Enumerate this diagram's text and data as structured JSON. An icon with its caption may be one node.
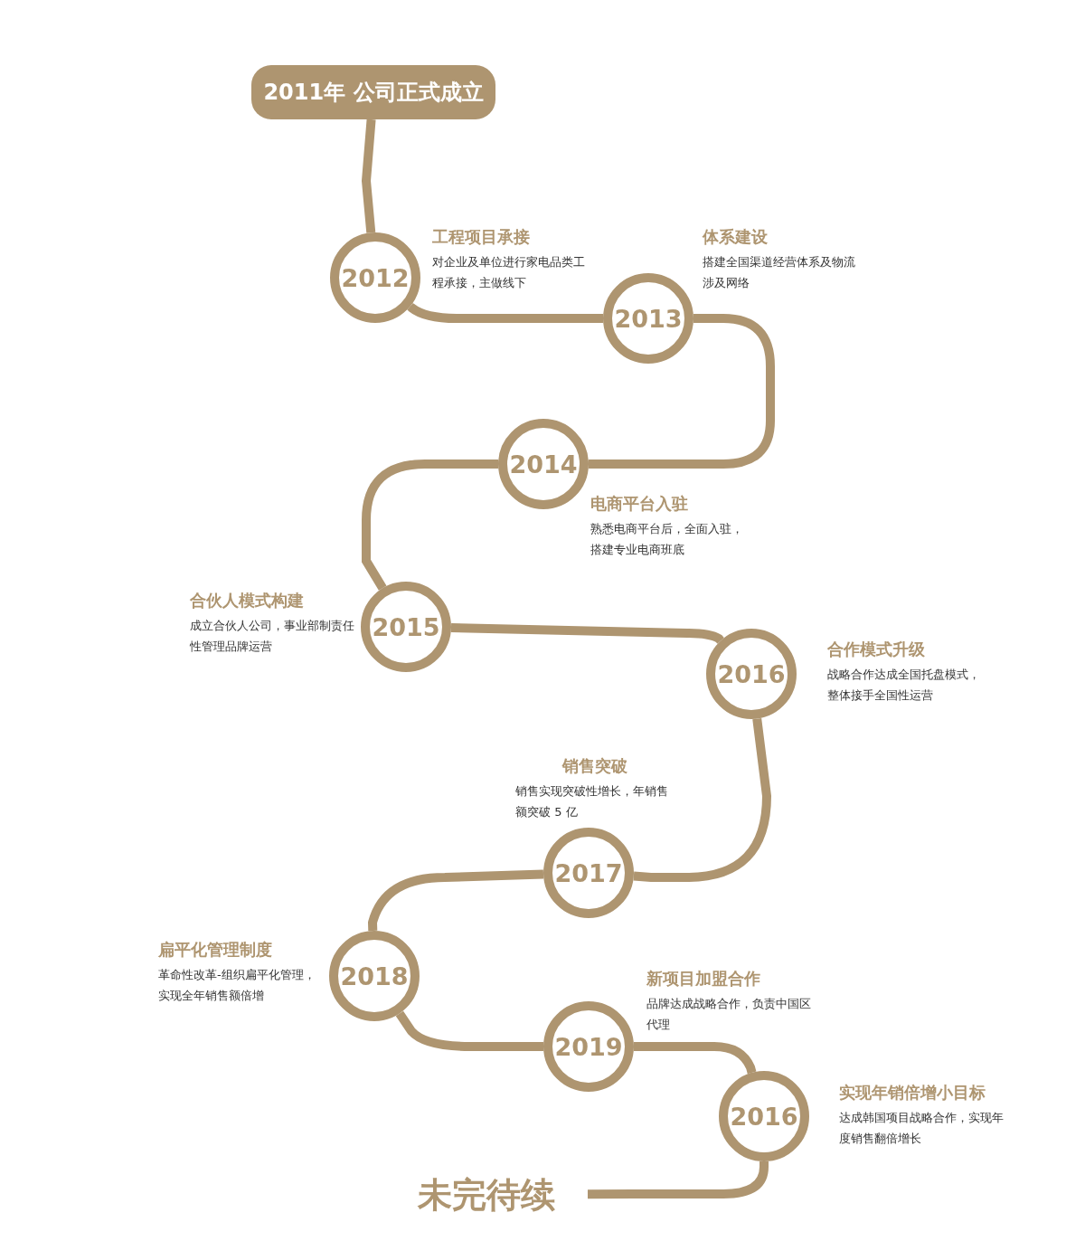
{
  "diagram": {
    "nodes": [
      {
        "text": [
          "2011年 公司正式成立"
        ]
      },
      {
        "text": [
          "2012"
        ],
        "beside": [
          "工程项目**承接**",
          "对企业及单位进行家电品类工程承接，主做线下"
        ]
      },
      {
        "text": [
          "2013"
        ],
        "beside": [
          "体系**建设**",
          "搭建全国渠道经营体系及物流涉及网络"
        ]
      },
      {
        "text": [
          "2014"
        ],
        "beside": [
          "电商平台**入驻**",
          "熟悉电商平台后，全面入驻，搭建专业电商班底"
        ]
      },
      {
        "text": [
          "2015"
        ],
        "beside": [
          "合伙人模式**构建**",
          "成立合伙人公司，事业部制责任性管理品牌运营"
        ]
      },
      {
        "text": [
          "2016"
        ],
        "beside": [
          "合作模式**升级**",
          "战略合作达成全国托盘模式，整体接手全国性运营"
        ]
      },
      {
        "text": [
          "2017"
        ],
        "beside": [
          "销售**突破**",
          "销售实现突破性增长，年销售额突破 5 亿"
        ]
      },
      {
        "text": [
          "2018"
        ],
        "beside": [
          "扁平化**管理制度**",
          "革命性改革-组织扁平化管理，实现全年销售额倍增"
        ]
      },
      {
        "text": [
          "2019"
        ],
        "beside": [
          "新项目加盟**合作**",
          "品牌达成战略合作，负责中国区代理"
        ]
      },
      {
        "text": [
          "2016"
        ],
        "beside": [
          "实现年销倍增**小目标**",
          "达成韩国项目战略合作，实现年度销售翻倍增长"
        ]
      },
      {
        "text": [
          "未完待续"
        ]
      }
    ],
    "edges": [
      {
        "from": 0,
        "to": 1,
        "arrow": "none"
      },
      {
        "from": 1,
        "to": 2,
        "arrow": "none"
      },
      {
        "from": 2,
        "to": 3,
        "arrow": "none"
      },
      {
        "from": 3,
        "to": 4,
        "arrow": "none"
      },
      {
        "from": 4,
        "to": 5,
        "arrow": "none"
      },
      {
        "from": 5,
        "to": 6,
        "arrow": "none"
      },
      {
        "from": 6,
        "to": 7,
        "arrow": "none"
      },
      {
        "from": 7,
        "to": 8,
        "arrow": "none"
      },
      {
        "from": 8,
        "to": 9,
        "arrow": "none"
      },
      {
        "from": 9,
        "to": 10,
        "arrow": "none"
      }
    ]
  }
}
